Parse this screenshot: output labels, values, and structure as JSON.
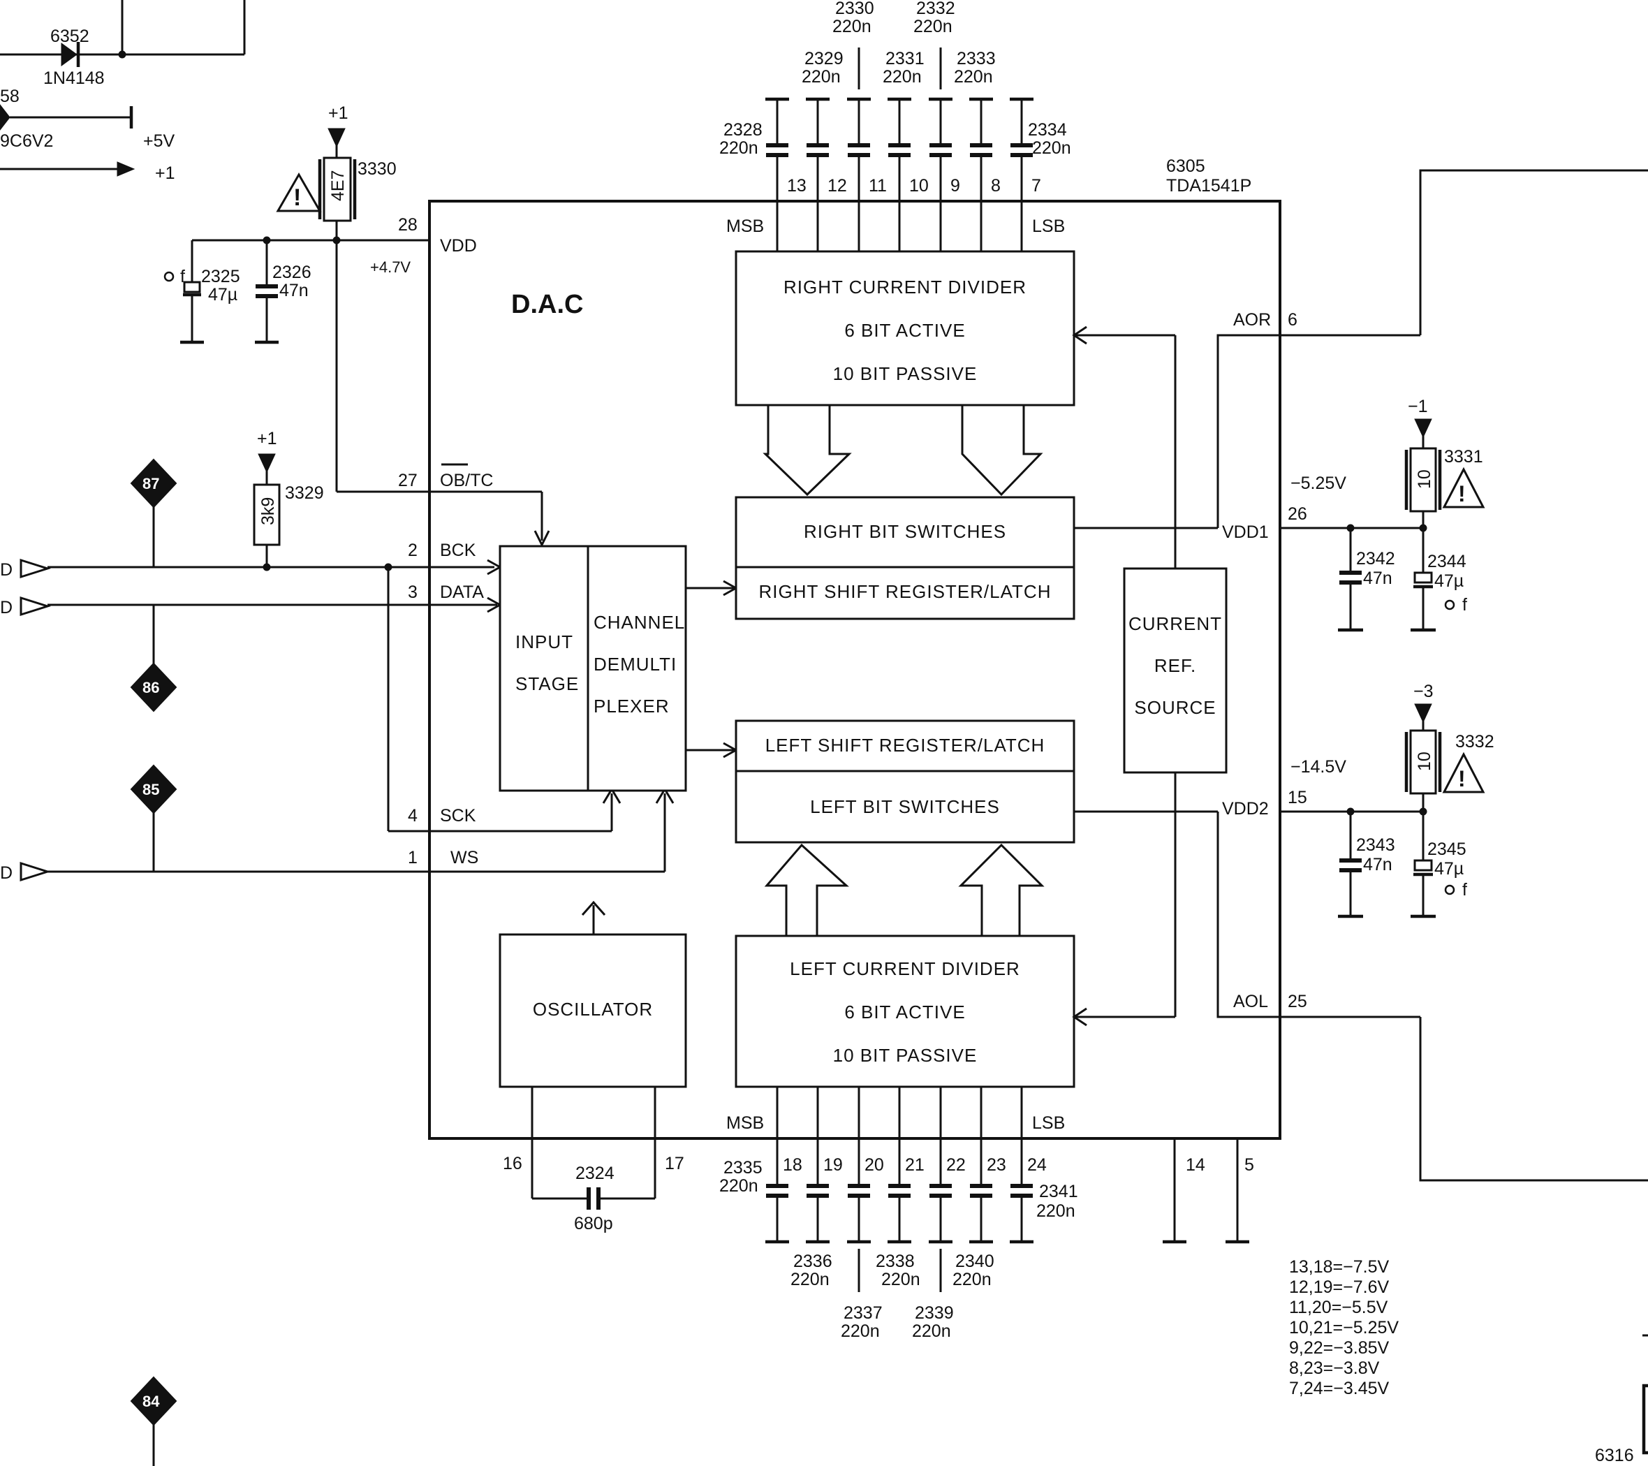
{
  "chip": {
    "ref": "6305",
    "part": "TDA1541P",
    "title": "D.A.C",
    "pins": {
      "vdd_num": "28",
      "vdd_name": "VDD",
      "vdd_voltage": "+4.7V",
      "obtc_num": "27",
      "obtc_name": "OB/TC",
      "bck_num": "2",
      "bck_name": "BCK",
      "data_num": "3",
      "data_name": "DATA",
      "sck_num": "4",
      "sck_name": "SCK",
      "ws_num": "1",
      "ws_name": "WS",
      "aor_num": "6",
      "aor_name": "AOR",
      "aol_num": "25",
      "aol_name": "AOL",
      "vdd1_num": "26",
      "vdd1_name": "VDD1",
      "vdd2_num": "15",
      "vdd2_name": "VDD2",
      "osc1_num": "16",
      "osc2_num": "17",
      "gnd1_num": "14",
      "gnd2_num": "5",
      "msb_top": "MSB",
      "lsb_top": "LSB",
      "msb_bottom": "MSB",
      "lsb_bottom": "LSB",
      "top_bits": [
        "13",
        "12",
        "11",
        "10",
        "9",
        "8",
        "7"
      ],
      "bottom_bits": [
        "18",
        "19",
        "20",
        "21",
        "22",
        "23",
        "24"
      ]
    }
  },
  "blocks": {
    "right_divider": [
      "RIGHT  CURRENT  DIVIDER",
      "6  BIT  ACTIVE",
      "10  BIT  PASSIVE"
    ],
    "right_switches": "RIGHT  BIT  SWITCHES",
    "right_shift": "RIGHT  SHIFT  REGISTER/LATCH",
    "left_shift": "LEFT  SHIFT  REGISTER/LATCH",
    "left_switches": "LEFT  BIT  SWITCHES",
    "left_divider": [
      "LEFT  CURRENT  DIVIDER",
      "6  BIT  ACTIVE",
      "10  BIT  PASSIVE"
    ],
    "input_stage": [
      "INPUT",
      "STAGE"
    ],
    "demux": [
      "CHANNEL",
      "DEMULTI",
      "PLEXER"
    ],
    "current_ref": [
      "CURRENT",
      "REF.",
      "SOURCE"
    ],
    "oscillator": "OSCILLATOR"
  },
  "components": {
    "top_caps": [
      {
        "ref": "2328",
        "value": "220n"
      },
      {
        "ref": "2329",
        "value": "220n"
      },
      {
        "ref": "2330",
        "value": "220n"
      },
      {
        "ref": "2331",
        "value": "220n"
      },
      {
        "ref": "2332",
        "value": "220n"
      },
      {
        "ref": "2333",
        "value": "220n"
      },
      {
        "ref": "2334",
        "value": "220n"
      }
    ],
    "bottom_caps": [
      {
        "ref": "2335",
        "value": "220n"
      },
      {
        "ref": "2336",
        "value": "220n"
      },
      {
        "ref": "2337",
        "value": "220n"
      },
      {
        "ref": "2338",
        "value": "220n"
      },
      {
        "ref": "2339",
        "value": "220n"
      },
      {
        "ref": "2340",
        "value": "220n"
      },
      {
        "ref": "2341",
        "value": "220n"
      }
    ],
    "c2325": {
      "ref": "2325",
      "value": "47µ",
      "marker": "f"
    },
    "c2326": {
      "ref": "2326",
      "value": "47n"
    },
    "c2342": {
      "ref": "2342",
      "value": "47n"
    },
    "c2343": {
      "ref": "2343",
      "value": "47n"
    },
    "c2344": {
      "ref": "2344",
      "value": "47µ",
      "marker": "f"
    },
    "c2345": {
      "ref": "2345",
      "value": "47µ",
      "marker": "f"
    },
    "c2324": {
      "ref": "2324",
      "value": "680p"
    },
    "r3330": {
      "ref": "3330",
      "value": "4E7",
      "supply": "+1"
    },
    "r3329": {
      "ref": "3329",
      "value": "3k9",
      "supply": "+1"
    },
    "r3331": {
      "ref": "3331",
      "value": "10",
      "supply": "−1"
    },
    "r3332": {
      "ref": "3332",
      "value": "10",
      "supply": "−3"
    },
    "d6352": {
      "ref": "6352",
      "part": "1N4148"
    },
    "d_partial": {
      "ref_part": "58",
      "part_part": "9C6V2"
    },
    "ic6316": {
      "ref": "6316"
    }
  },
  "rails": {
    "plus5v": "+5V",
    "plus1": "+1",
    "vdd1_voltage": "−5.25V",
    "vdd2_voltage": "−14.5V"
  },
  "connectors": [
    "87",
    "86",
    "85",
    "84"
  ],
  "input_port_fragments": [
    "D",
    "D",
    "D"
  ],
  "voltage_table": [
    "13,18=−7.5V",
    "12,19=−7.6V",
    "11,20=−5.5V",
    "10,21=−5.25V",
    "9,22=−3.85V",
    "8,23=−3.8V",
    "7,24=−3.45V"
  ]
}
